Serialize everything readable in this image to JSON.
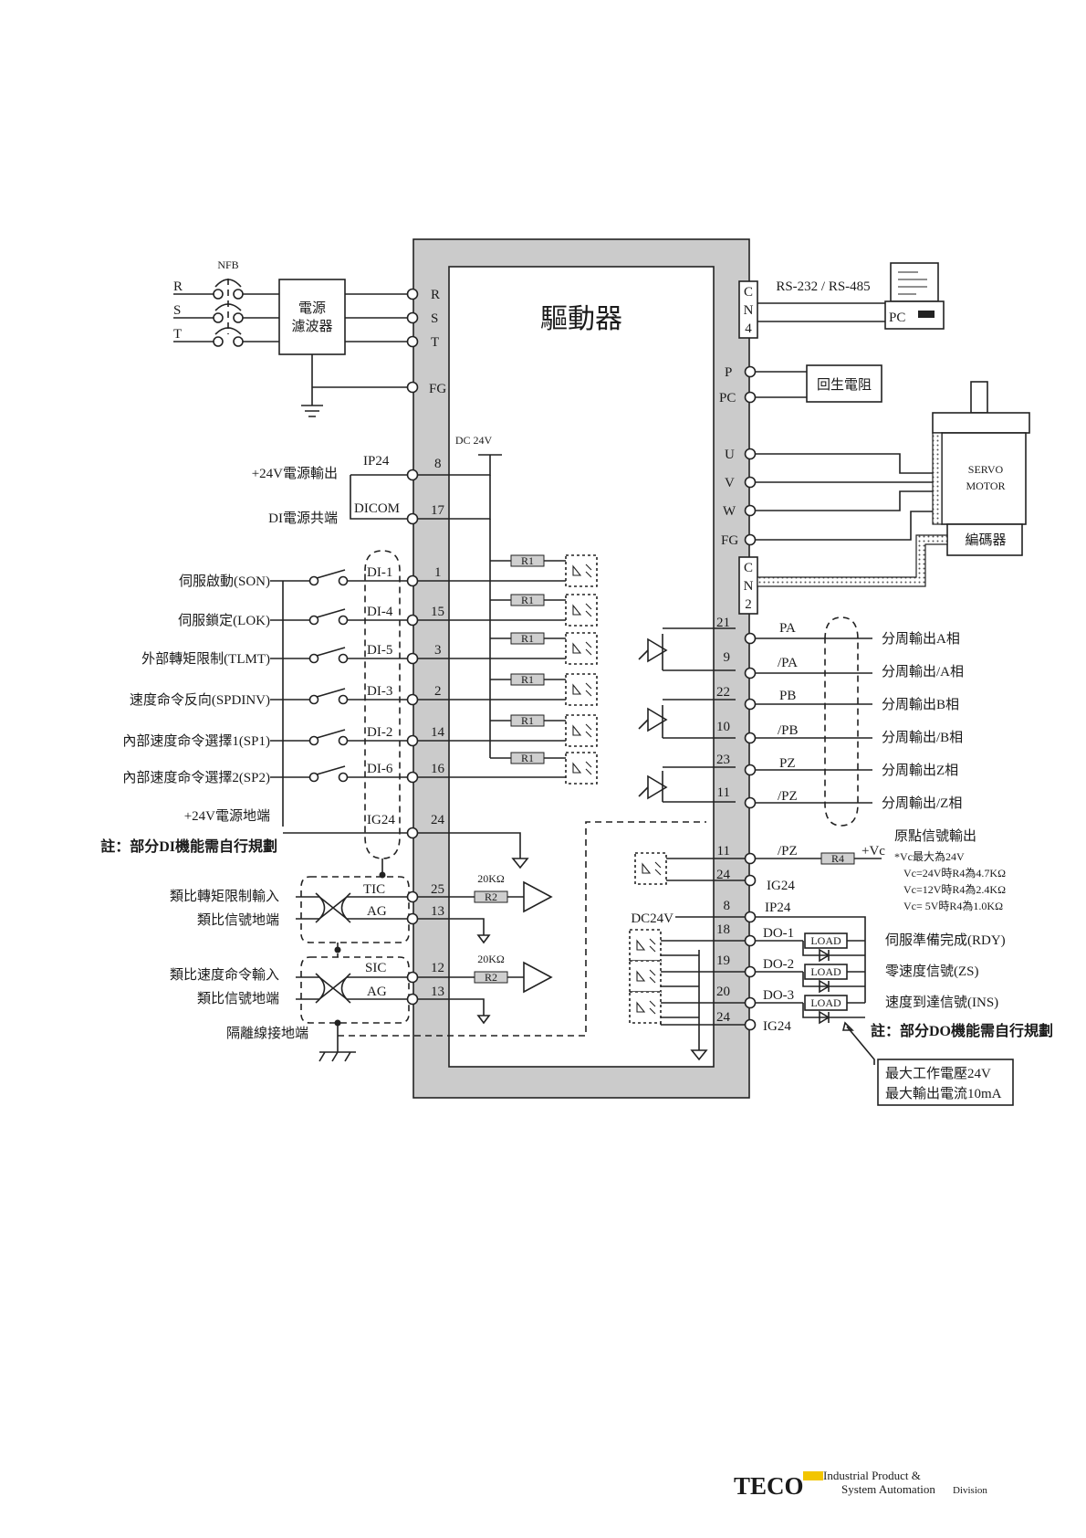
{
  "title": "驅動器",
  "colors": {
    "frame": "#cbcbcb",
    "line": "#222222",
    "resistor": "#cfcfcf",
    "brand": "#1d3a70",
    "logo_accent": "#f2c500"
  },
  "power": {
    "nfb": "NFB",
    "phases": [
      "R",
      "S",
      "T"
    ],
    "filter_line1": "電源",
    "filter_line2": "濾波器",
    "terminals": [
      "R",
      "S",
      "T",
      "FG"
    ]
  },
  "comm": {
    "connector_letters": [
      "C",
      "N",
      "4"
    ],
    "label": "RS-232 / RS-485",
    "pc": "PC"
  },
  "regen": {
    "terminals": [
      "P",
      "PC"
    ],
    "box": "回生電阻"
  },
  "motor": {
    "terminals": [
      "U",
      "V",
      "W",
      "FG"
    ],
    "line1": "SERVO",
    "line2": "MOTOR",
    "encoder": "編碼器",
    "connector_letters": [
      "C",
      "N",
      "2"
    ]
  },
  "supply": {
    "dc24": "DC 24V",
    "ip24_pin": {
      "name": "IP24",
      "pin": "8",
      "label": "+24V電源輸出"
    },
    "dicom_pin": {
      "name": "DICOM",
      "pin": "17",
      "label": "DI電源共端"
    }
  },
  "digital_inputs": [
    {
      "label": "伺服啟動(SON)",
      "name": "DI-1",
      "pin": "1"
    },
    {
      "label": "伺服鎖定(LOK)",
      "name": "DI-4",
      "pin": "15"
    },
    {
      "label": "外部轉矩限制(TLMT)",
      "name": "DI-5",
      "pin": "3"
    },
    {
      "label": "速度命令反向(SPDINV)",
      "name": "DI-3",
      "pin": "2"
    },
    {
      "label": "內部速度命令選擇1(SP1)",
      "name": "DI-2",
      "pin": "14"
    },
    {
      "label": "內部速度命令選擇2(SP2)",
      "name": "DI-6",
      "pin": "16"
    }
  ],
  "resistor_r1": "R1",
  "ground24": {
    "label": "+24V電源地端",
    "name": "IG24",
    "pin": "24"
  },
  "di_note": "註：部分DI機能需自行規劃",
  "analog": [
    {
      "label1": "類比轉矩限制輸入",
      "label2": "類比信號地端",
      "sig": "TIC",
      "gnd": "AG",
      "pin1": "25",
      "pin2": "13",
      "res_value": "20KΩ",
      "res": "R2"
    },
    {
      "label1": "類比速度命令輸入",
      "label2": "類比信號地端",
      "sig": "SIC",
      "gnd": "AG",
      "pin1": "12",
      "pin2": "13",
      "res_value": "20KΩ",
      "res": "R2"
    }
  ],
  "shield_label": "隔離線接地端",
  "encoder_outputs": [
    {
      "pin": "21",
      "name": "PA",
      "label": "分周輸出A相"
    },
    {
      "pin": "9",
      "name": "/PA",
      "label": "分周輸出/A相"
    },
    {
      "pin": "22",
      "name": "PB",
      "label": "分周輸出B相"
    },
    {
      "pin": "10",
      "name": "/PB",
      "label": "分周輸出/B相"
    },
    {
      "pin": "23",
      "name": "PZ",
      "label": "分周輸出Z相"
    },
    {
      "pin": "11",
      "name": "/PZ",
      "label": "分周輸出/Z相"
    }
  ],
  "origin": {
    "pin1": "11",
    "name1": "/PZ",
    "pin2": "24",
    "name2": "IG24",
    "res": "R4",
    "vc": "+Vc",
    "title": "原點信號輸出",
    "notes": [
      "*Vc最大為24V",
      "Vc=24V時R4為4.7KΩ",
      "Vc=12V時R4為2.4KΩ",
      "Vc= 5V時R4為1.0KΩ"
    ]
  },
  "do_supply": {
    "pin": "8",
    "name": "IP24",
    "label": "DC24V"
  },
  "digital_outputs": [
    {
      "pin": "18",
      "name": "DO-1",
      "load": "LOAD",
      "label": "伺服準備完成(RDY)"
    },
    {
      "pin": "19",
      "name": "DO-2",
      "load": "LOAD",
      "label": "零速度信號(ZS)"
    },
    {
      "pin": "20",
      "name": "DO-3",
      "load": "LOAD",
      "label": "速度到達信號(INS)"
    }
  ],
  "do_ground": {
    "pin": "24",
    "name": "IG24"
  },
  "do_note": "註：部分DO機能需自行規劃",
  "do_limits": [
    "最大工作電壓24V",
    "最大輸出電流10mA"
  ],
  "logo": {
    "brand": "TECO",
    "line1": "Industrial Product &",
    "line2": "System Automation",
    "line3": "Division"
  }
}
